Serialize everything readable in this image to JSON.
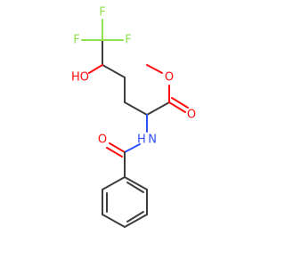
{
  "colors": {
    "carbon": "#3d3d3d",
    "oxygen": "#ff0d0d",
    "nitrogen": "#3050f8",
    "fluorine": "#90e050",
    "background": "#ffffff"
  },
  "atom_labels": {
    "f_top": "F",
    "f_left": "F",
    "f_right": "F",
    "hydroxyl": "HO",
    "ester_o": "O",
    "carbonyl_o": "O",
    "amide_o": "O",
    "amide_nh": "H N"
  }
}
